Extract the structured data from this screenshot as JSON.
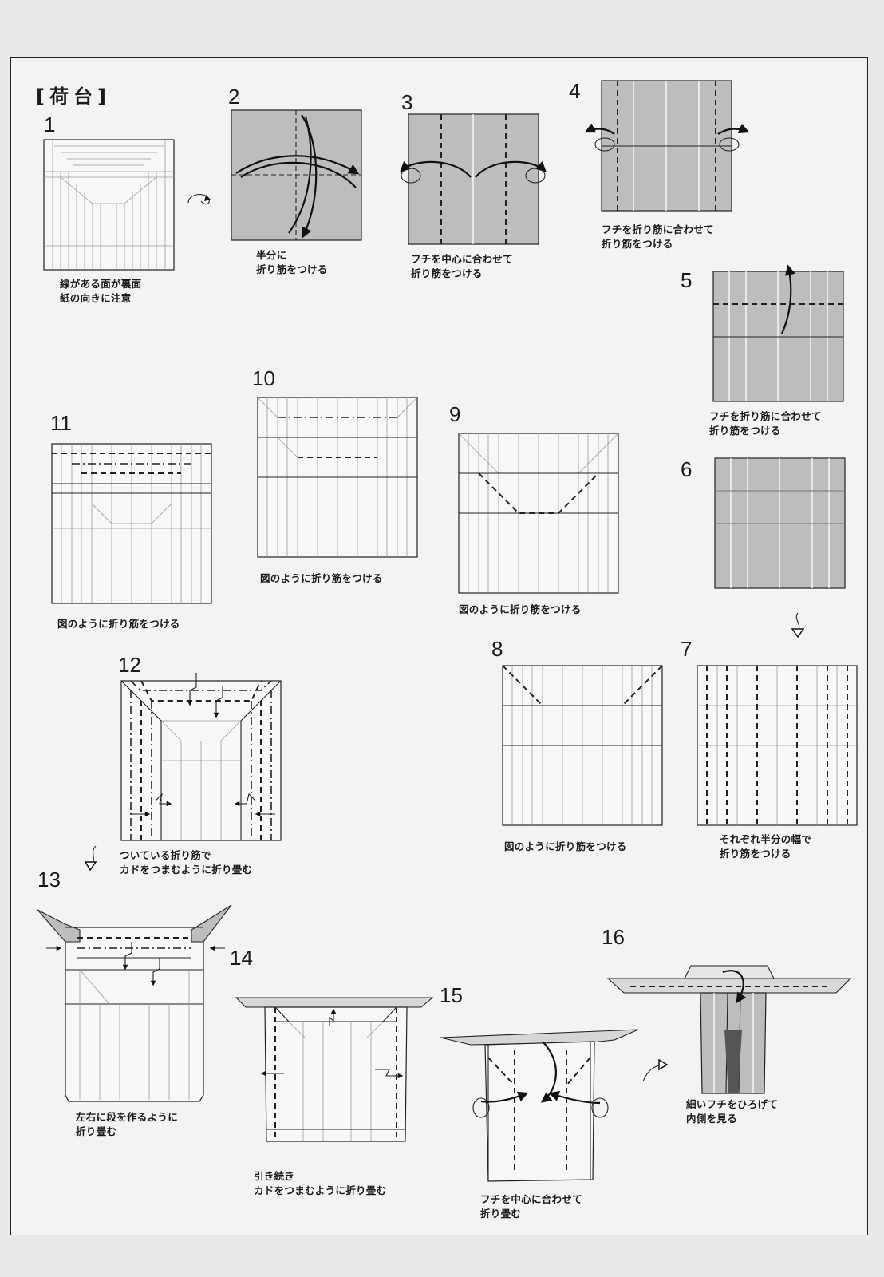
{
  "section_title": "[荷台]",
  "steps": [
    {
      "num": "1",
      "caption": "線がある面が裏面\n紙の向きに注意"
    },
    {
      "num": "2",
      "caption": "半分に\n折り筋をつける"
    },
    {
      "num": "3",
      "caption": "フチを中心に合わせて\n折り筋をつける"
    },
    {
      "num": "4",
      "caption": "フチを折り筋に合わせて\n折り筋をつける"
    },
    {
      "num": "5",
      "caption": "フチを折り筋に合わせて\n折り筋をつける"
    },
    {
      "num": "6",
      "caption": ""
    },
    {
      "num": "7",
      "caption": "それぞれ半分の幅で\n折り筋をつける"
    },
    {
      "num": "8",
      "caption": "図のように折り筋をつける"
    },
    {
      "num": "9",
      "caption": "図のように折り筋をつける"
    },
    {
      "num": "10",
      "caption": "図のように折り筋をつける"
    },
    {
      "num": "11",
      "caption": "図のように折り筋をつける"
    },
    {
      "num": "12",
      "caption": "ついている折り筋で\nカドをつまむように折り畳む"
    },
    {
      "num": "13",
      "caption": "左右に段を作るように\n折り畳む"
    },
    {
      "num": "14",
      "caption": "引き続き\nカドをつまむように折り畳む"
    },
    {
      "num": "15",
      "caption": "フチを中心に合わせて\n折り畳む"
    },
    {
      "num": "16",
      "caption": "細いフチをひろげて\n内側を見る"
    }
  ],
  "colors": {
    "paper_front": "#bdbdbd",
    "paper_back": "#f7f7f5",
    "line": "#222222"
  },
  "icons": [
    "flip-over-icon",
    "next-step-arrow-icon",
    "fold-arrow-icon"
  ]
}
